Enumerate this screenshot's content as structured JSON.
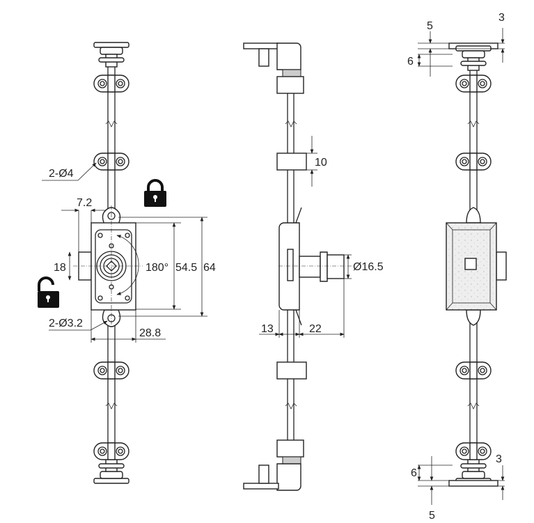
{
  "front_view": {
    "mount_hole_label": "2-Ø4",
    "offset_label": "7.2",
    "bolt_height_label": "18",
    "rotation_label": "180°",
    "body_height_label": "54.5",
    "overall_height_label": "64",
    "tab_hole_label": "2-Ø3.2",
    "body_width_label": "28.8",
    "locked_icon": "lock-closed-icon",
    "unlocked_icon": "lock-open-icon"
  },
  "side_view": {
    "guide_height_label": "10",
    "cylinder_diameter_label": "Ø16.5",
    "body_depth_label": "13",
    "cylinder_length_label": "22"
  },
  "rear_view": {
    "top_offset_label": "5",
    "top_thickness_label": "3",
    "top_height_label": "6",
    "bottom_height_label": "6",
    "bottom_thickness_label": "3",
    "bottom_offset_label": "5"
  }
}
